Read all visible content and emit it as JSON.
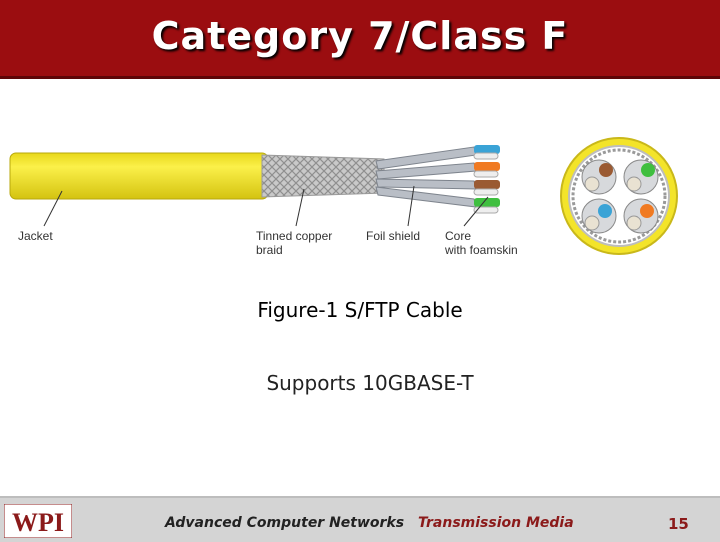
{
  "title": "Category 7/Class F",
  "figure": {
    "caption": "Figure-1 S/FTP Cable",
    "labels": {
      "jacket": "Jacket",
      "braid_line1": "Tinned copper",
      "braid_line2": "braid",
      "foil": "Foil shield",
      "core_line1": "Core",
      "core_line2": "with foamskin"
    },
    "colors": {
      "jacket": "#f4e51c",
      "pair_colors": [
        "#3aa3d6",
        "#f07a22",
        "#9a5a32",
        "#3fbf3f"
      ]
    }
  },
  "supports_text": "Supports 10GBASE-T",
  "footer": {
    "logo_text": "WPI",
    "course": "Advanced Computer Networks",
    "topic": "Transmission Media",
    "page_number": "15"
  },
  "theme": {
    "title_bar": "#9b0d10",
    "footer_bg": "#d4d4d4",
    "accent_text": "#8b1a1a"
  }
}
